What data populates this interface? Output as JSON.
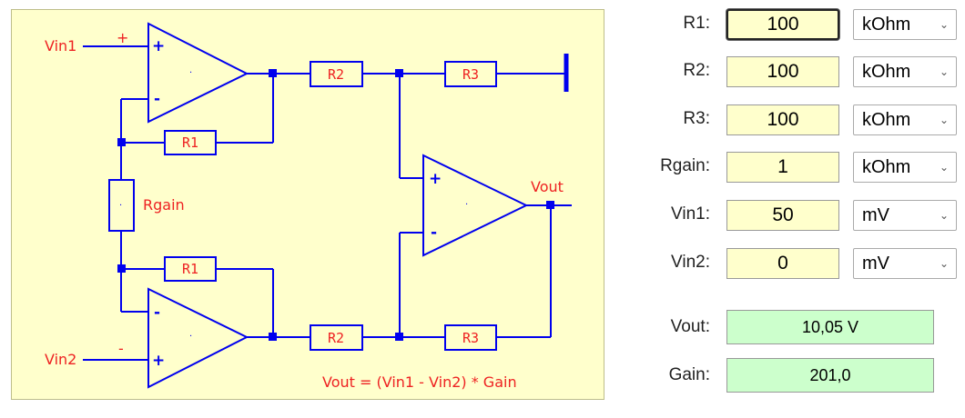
{
  "diagram": {
    "labels": {
      "vin1": "Vin1",
      "vin2": "Vin2",
      "vout": "Vout",
      "rgain": "Rgain",
      "r1": "R1",
      "r2": "R2",
      "r3": "R3",
      "plus": "+",
      "minus": "-",
      "dot": "·"
    },
    "formula": "Vout = (Vin1 - Vin2) * Gain"
  },
  "inputs": [
    {
      "label": "R1:",
      "value": "100",
      "unit": "kOhm"
    },
    {
      "label": "R2:",
      "value": "100",
      "unit": "kOhm"
    },
    {
      "label": "R3:",
      "value": "100",
      "unit": "kOhm"
    },
    {
      "label": "Rgain:",
      "value": "1",
      "unit": "kOhm"
    },
    {
      "label": "Vin1:",
      "value": "50",
      "unit": "mV"
    },
    {
      "label": "Vin2:",
      "value": "0",
      "unit": "mV"
    }
  ],
  "outputs": [
    {
      "label": "Vout:",
      "value": "10,05 V"
    },
    {
      "label": "Gain:",
      "value": "201,0"
    }
  ],
  "colors": {
    "wire": "#0000ee",
    "label_red": "#ee2222",
    "diagram_bg": "#ffffcc",
    "input_bg": "#ffffcc",
    "output_bg": "#ccffcc"
  },
  "icons": {
    "dropdown": "chevron-down-icon"
  }
}
